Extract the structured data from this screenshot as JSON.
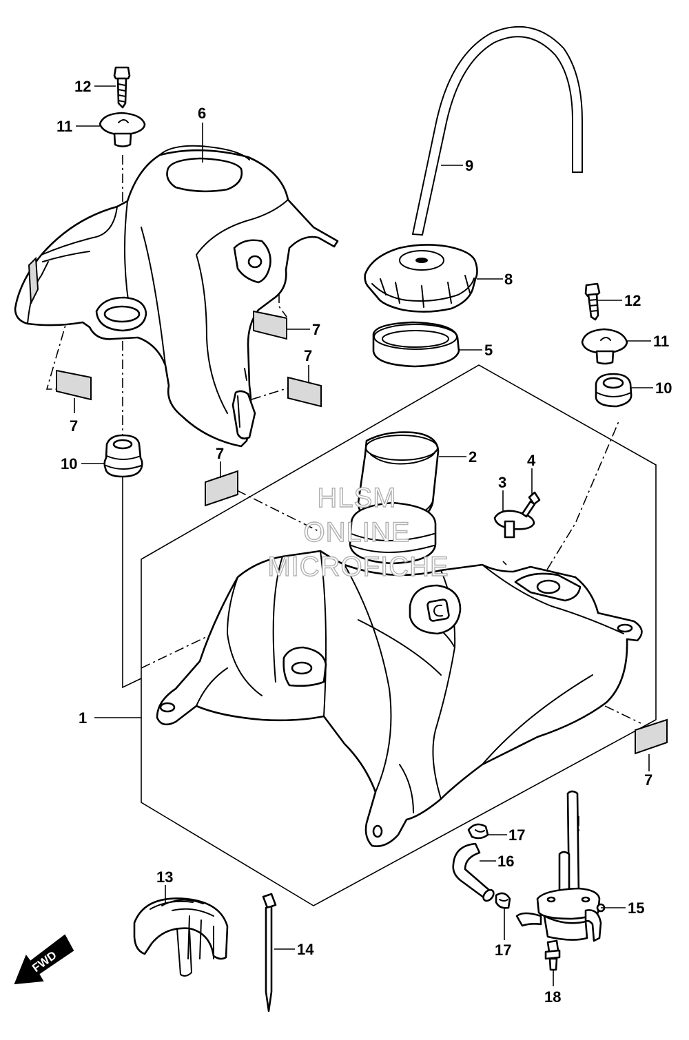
{
  "diagram": {
    "callouts": [
      {
        "id": "c1",
        "label": "1"
      },
      {
        "id": "c2",
        "label": "2"
      },
      {
        "id": "c3",
        "label": "3"
      },
      {
        "id": "c4",
        "label": "4"
      },
      {
        "id": "c5",
        "label": "5"
      },
      {
        "id": "c6",
        "label": "6"
      },
      {
        "id": "c7a",
        "label": "7"
      },
      {
        "id": "c7b",
        "label": "7"
      },
      {
        "id": "c7c",
        "label": "7"
      },
      {
        "id": "c7d",
        "label": "7"
      },
      {
        "id": "c7e",
        "label": "7"
      },
      {
        "id": "c8",
        "label": "8"
      },
      {
        "id": "c9",
        "label": "9"
      },
      {
        "id": "c10a",
        "label": "10"
      },
      {
        "id": "c10b",
        "label": "10"
      },
      {
        "id": "c11a",
        "label": "11"
      },
      {
        "id": "c11b",
        "label": "11"
      },
      {
        "id": "c12a",
        "label": "12"
      },
      {
        "id": "c12b",
        "label": "12"
      },
      {
        "id": "c13",
        "label": "13"
      },
      {
        "id": "c14",
        "label": "14"
      },
      {
        "id": "c15",
        "label": "15"
      },
      {
        "id": "c16",
        "label": "16"
      },
      {
        "id": "c17a",
        "label": "17"
      },
      {
        "id": "c17b",
        "label": "17"
      },
      {
        "id": "c18",
        "label": "18"
      }
    ],
    "fwd_label": "FWD",
    "watermark": [
      "HLSM",
      "ONLINE",
      "MICROFICHE"
    ]
  }
}
